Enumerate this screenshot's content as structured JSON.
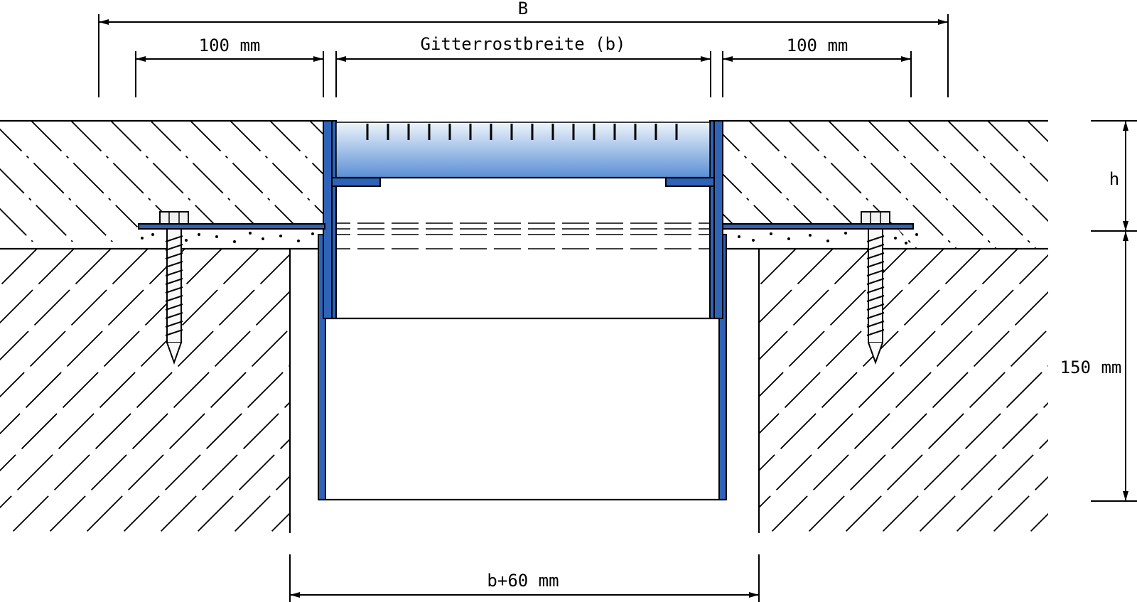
{
  "dimensions": {
    "overall_width": "B",
    "left_flange": "100 mm",
    "grate_width": "Gitterrostbreite (b)",
    "right_flange": "100 mm",
    "height_top": "h",
    "height_depth": "150 mm",
    "opening_width": "b+60 mm"
  },
  "colors": {
    "metal": "#2f63b8",
    "grate_top": "#e9f1fa",
    "grate_bottom": "#5a8fd4",
    "line": "#000000"
  },
  "icons": {
    "screw_left": "anchor-screw-icon",
    "screw_right": "anchor-screw-icon"
  }
}
